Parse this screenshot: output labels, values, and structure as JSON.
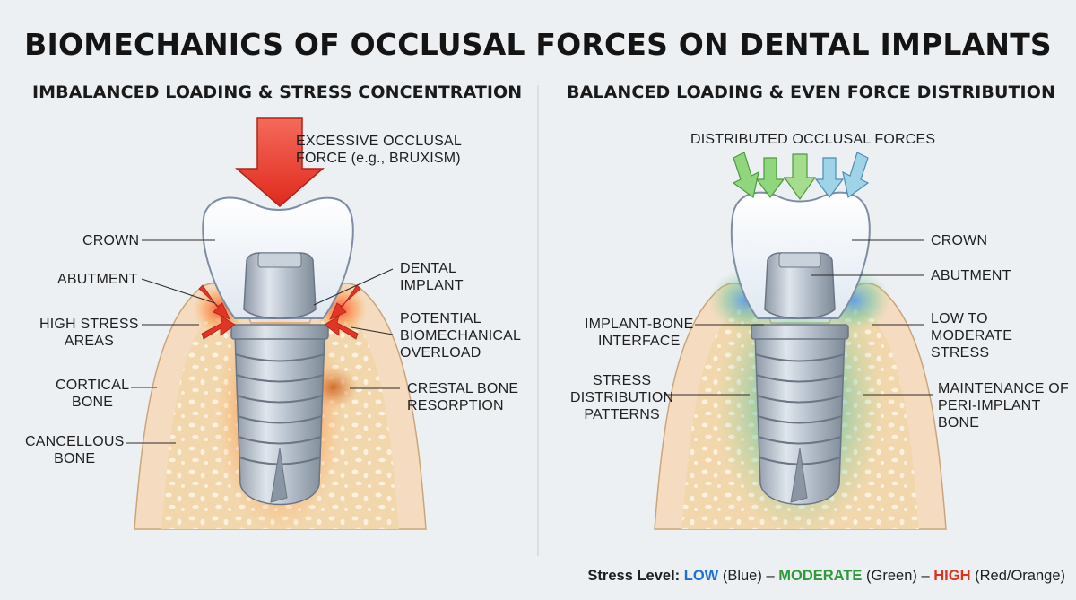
{
  "title": "BIOMECHANICS OF OCCLUSAL FORCES ON DENTAL IMPLANTS",
  "left_panel": {
    "heading": "IMBALANCED LOADING & STRESS CONCENTRATION",
    "force_label": "EXCESSIVE OCCLUSAL\nFORCE (e.g., BRUXISM)",
    "labels": {
      "crown": "CROWN",
      "abutment": "ABUTMENT",
      "high_stress": "HIGH STRESS\nAREAS",
      "cortical": "CORTICAL\nBONE",
      "cancellous": "CANCELLOUS\nBONE",
      "dental_implant": "DENTAL\nIMPLANT",
      "overload": "POTENTIAL\nBIOMECHANICAL\nOVERLOAD",
      "resorption": "CRESTAL BONE\nRESORPTION"
    }
  },
  "right_panel": {
    "heading": "BALANCED LOADING & EVEN FORCE DISTRIBUTION",
    "force_label": "DISTRIBUTED OCCLUSAL FORCES",
    "labels": {
      "crown": "CROWN",
      "abutment": "ABUTMENT",
      "interface": "IMPLANT-BONE\nINTERFACE",
      "patterns": "STRESS\nDISTRIBUTION\nPATTERNS",
      "low_mod": "LOW TO\nMODERATE\nSTRESS",
      "maintenance": "MAINTENANCE OF\nPERI-IMPLANT\nBONE"
    }
  },
  "legend": {
    "prefix": "Stress Level:",
    "low": "LOW",
    "low_note": "(Blue)",
    "dash1": "–",
    "moderate": "MODERATE",
    "moderate_note": "(Green)",
    "dash2": "–",
    "high": "HIGH",
    "high_note": "(Red/Orange)"
  },
  "colors": {
    "high": "#e0301e",
    "moderate": "#2f9a3c",
    "low": "#1f6fd4"
  }
}
